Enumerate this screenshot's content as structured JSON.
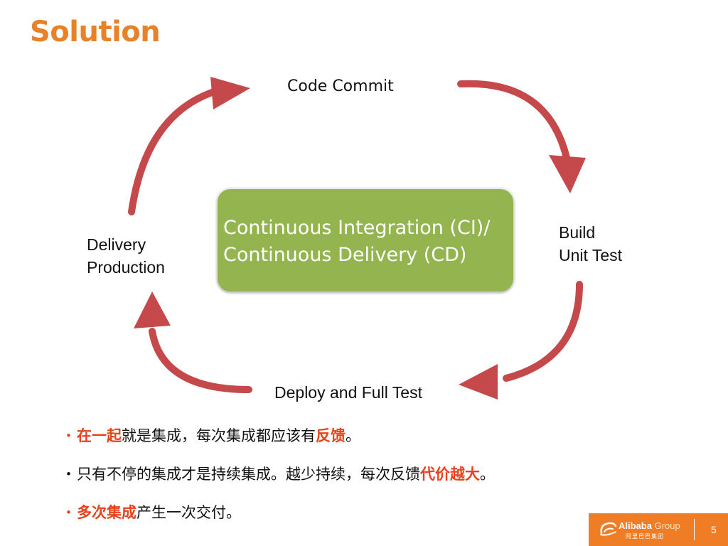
{
  "slide": {
    "title": "Solution",
    "page_number": "5"
  },
  "diagram": {
    "center_line1": "Continuous Integration (CI)/",
    "center_line2": "Continuous Delivery (CD)",
    "nodes": {
      "top": "Code  Commit",
      "right_line1": "Build",
      "right_line2": "Unit Test",
      "bottom": "Deploy and Full Test",
      "left_line1": "Delivery",
      "left_line2": "Production"
    }
  },
  "bullets": [
    {
      "dot": "・",
      "parts": [
        "在一起",
        "就是集成，每次集成都应该有",
        "反馈",
        "。"
      ]
    },
    {
      "dot": "・",
      "parts": [
        "只有不停的集成才是持续集成。越少持续，每次反馈",
        "代价越大",
        "。"
      ]
    },
    {
      "dot": "・",
      "parts": [
        "多次集成",
        "产生一次交付。"
      ]
    }
  ],
  "logo": {
    "name": "Alibaba",
    "group": "Group",
    "sub": "阿里巴巴集团"
  },
  "colors": {
    "title": "#e8822a",
    "arrow": "#c2474a",
    "center_box": "#93b44f",
    "highlight": "#e8411e",
    "logo_bg": "#ef7d26"
  },
  "icons": {
    "arrow": "curved-arrow-icon",
    "logo": "alibaba-logo-icon"
  }
}
